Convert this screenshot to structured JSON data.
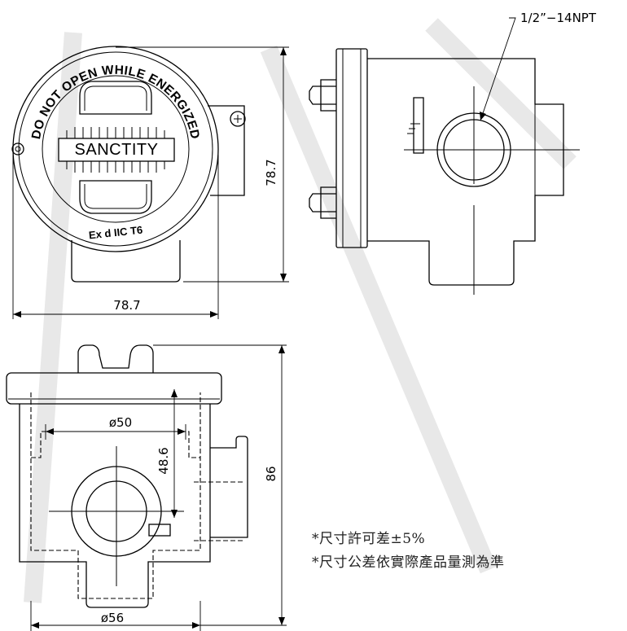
{
  "housing_text": {
    "warning": "DO NOT OPEN WHILE ENERGIZED",
    "brand": "SANCTITY",
    "rating": "Ex d IIC T6"
  },
  "dimensions": {
    "front_height": "78.7",
    "front_width": "78.7",
    "thread_callout": "1/2”−14NPT",
    "inner_diameter": "ø50",
    "depth": "48.6",
    "total_height": "86",
    "base_diameter": "ø56"
  },
  "notes": [
    "*尺寸許可差±5%",
    "*尺寸公差依實際產品量測為準"
  ]
}
